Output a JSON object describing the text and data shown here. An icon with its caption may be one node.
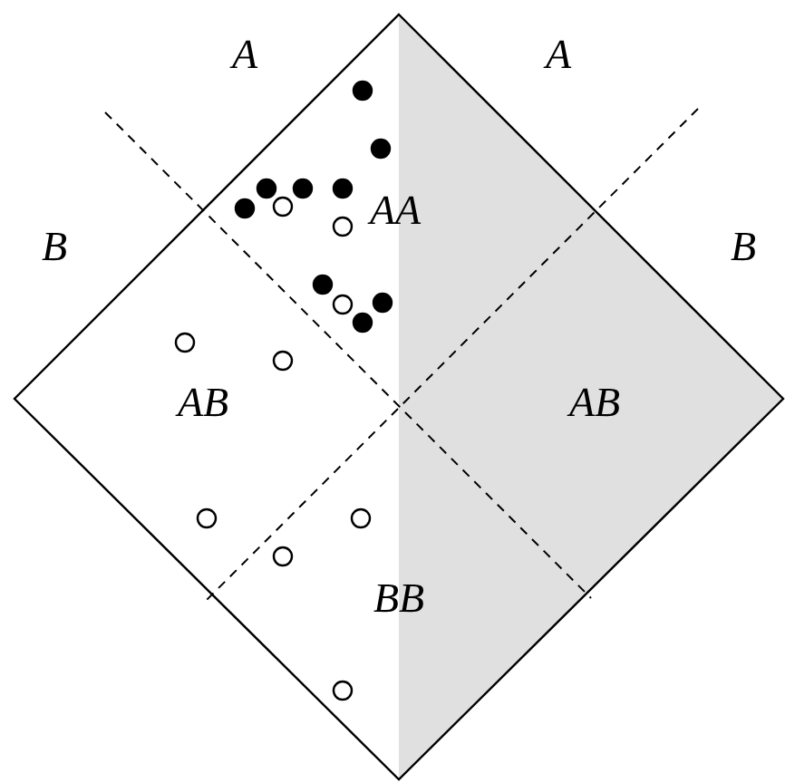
{
  "diagram": {
    "labels": [
      "A",
      "A",
      "B",
      "AA",
      "B",
      "AB",
      "AB",
      "BB"
    ]
  }
}
